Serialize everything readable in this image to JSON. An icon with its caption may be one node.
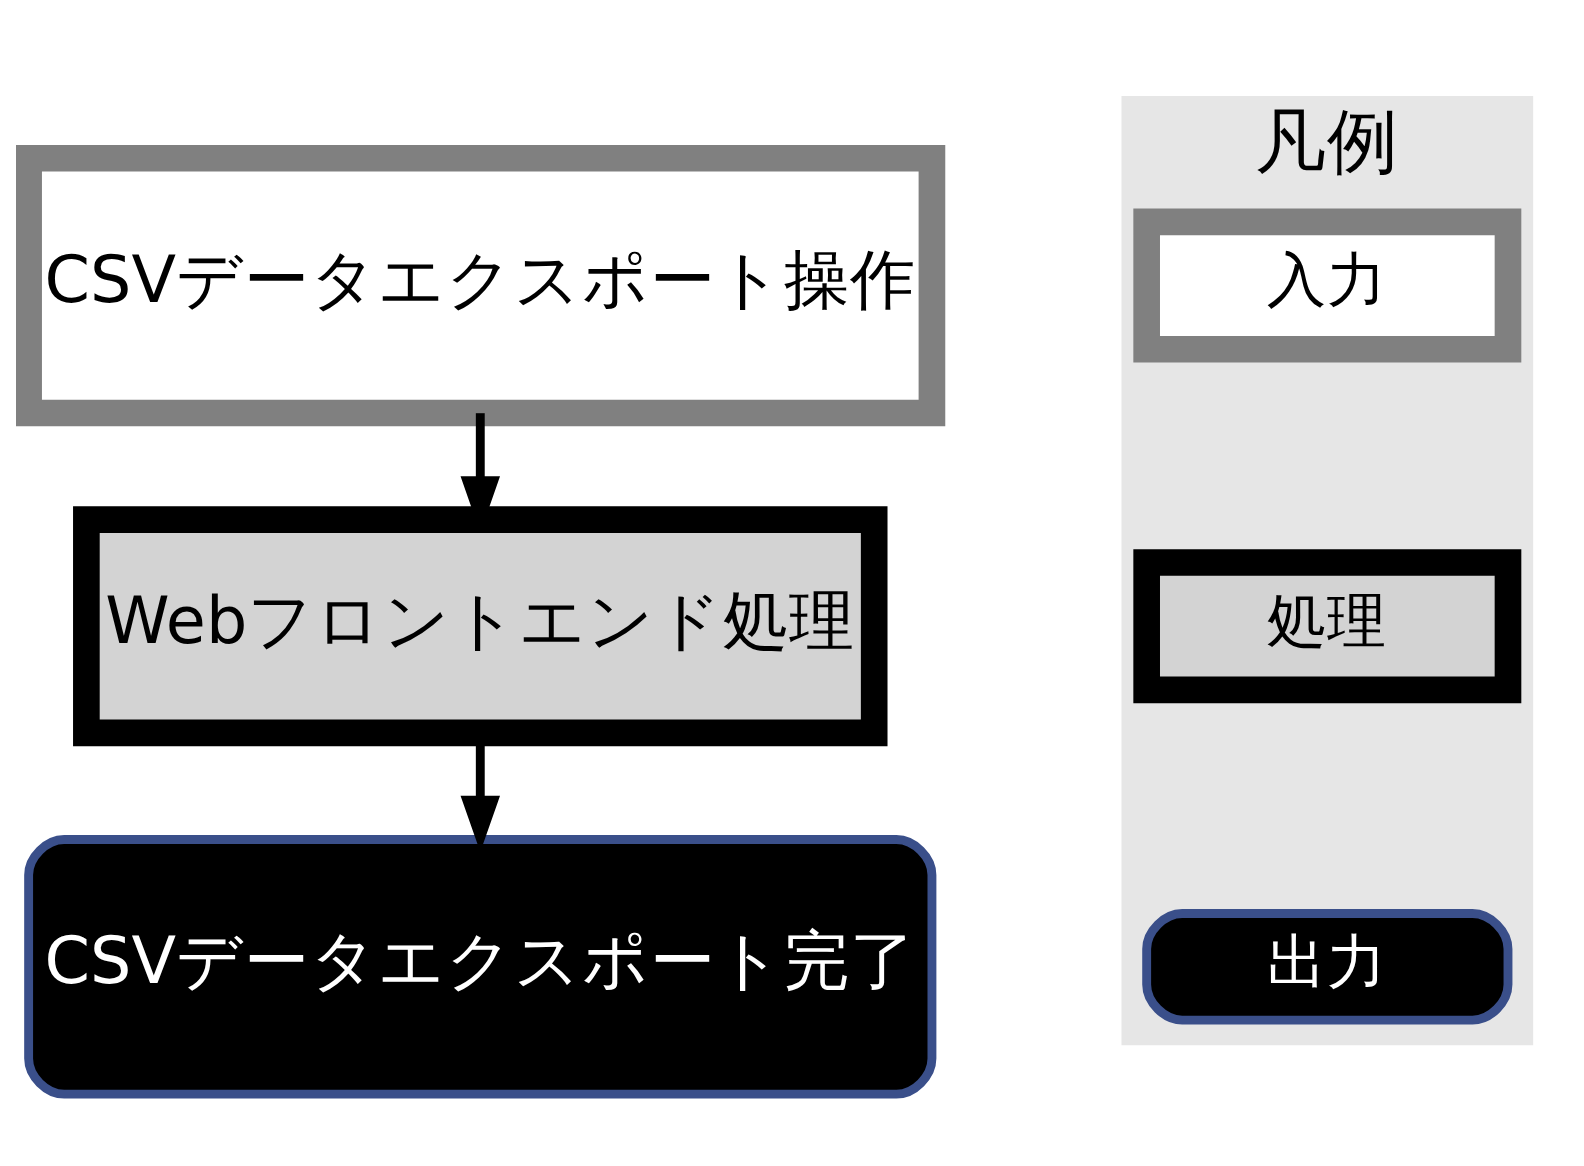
{
  "diagram": {
    "nodes": [
      {
        "text": [
          "CSVデータエクスポート操作"
        ]
      },
      {
        "text": [
          "Webフロントエンド処理"
        ]
      },
      {
        "text": [
          "CSVデータエクスポート完了"
        ]
      },
      {
        "text": [
          "凡例"
        ]
      },
      {
        "text": [
          "入力"
        ],
        "in": 3
      },
      {
        "text": [
          "処理"
        ],
        "in": 3
      },
      {
        "text": [
          "出力"
        ],
        "in": 3
      }
    ],
    "edges": [
      {
        "from": 0,
        "to": 1,
        "arrow": "to"
      },
      {
        "from": 1,
        "to": 2,
        "arrow": "to"
      }
    ]
  }
}
